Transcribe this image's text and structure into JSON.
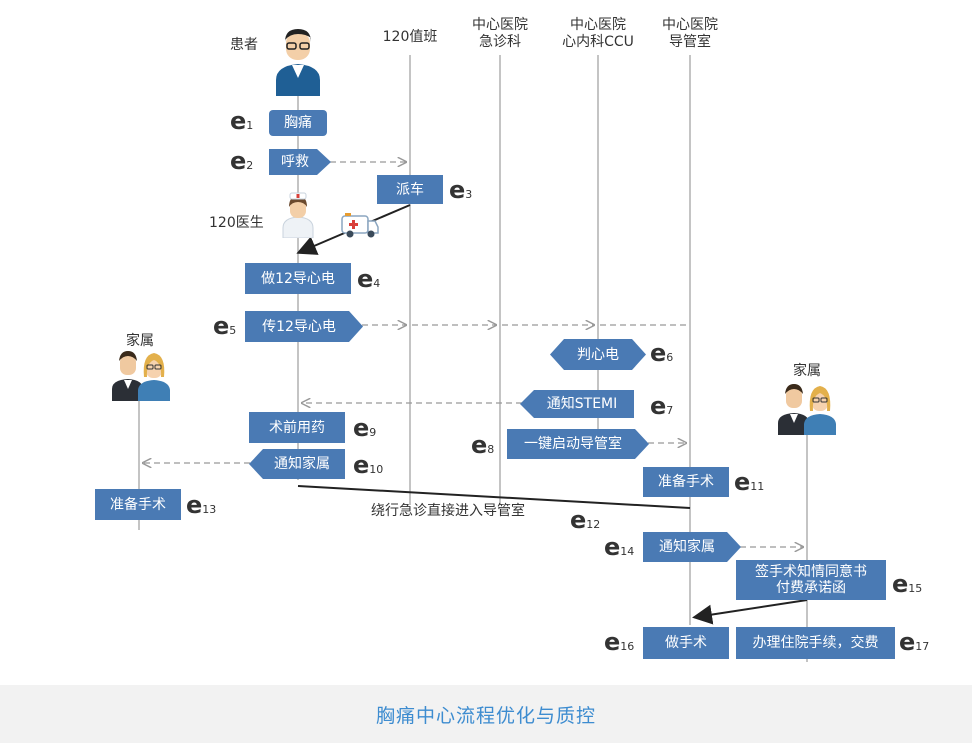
{
  "lanes": {
    "l120": "120值班",
    "er_1": "中心医院",
    "er_2": "急诊科",
    "ccu_1": "中心医院",
    "ccu_2": "心内科CCU",
    "cath_1": "中心医院",
    "cath_2": "导管室"
  },
  "actors": {
    "patient": "患者",
    "doctor120": "120医生",
    "family_left": "家属",
    "family_right": "家属"
  },
  "boxes": {
    "chest_pain": "胸痛",
    "call_help": "呼救",
    "dispatch": "派车",
    "ecg12": "做12导心电",
    "send_ecg": "传12导心电",
    "judge_ecg": "判心电",
    "notify_stemi": "通知STEMI",
    "one_key": "一键启动导管室",
    "preop_med": "术前用药",
    "notify_family": "通知家属",
    "prepare_surgery_cath": "准备手术",
    "prepare_surgery_family": "准备手术",
    "notify_family2": "通知家属",
    "consent_1": "签手术知情同意书",
    "consent_2": "付费承诺函",
    "do_surgery": "做手术",
    "admission": "办理住院手续，交费"
  },
  "bypass_label": "绕行急诊直接进入导管室",
  "steps": {
    "s1": "1",
    "s2": "2",
    "s3": "3",
    "s4": "4",
    "s5": "5",
    "s6": "6",
    "s7": "7",
    "s8": "8",
    "s9": "9",
    "s10": "10",
    "s11": "11",
    "s12": "12",
    "s13": "13",
    "s14": "14",
    "s15": "15",
    "s16": "16",
    "s17": "17"
  },
  "step_letter": "e",
  "footer_title": "胸痛中心流程优化与质控",
  "colors": {
    "box": "#4a7ab4",
    "footer_text": "#3d8cd0",
    "footer_bg": "#f2f2f2",
    "lines": "#999999"
  }
}
